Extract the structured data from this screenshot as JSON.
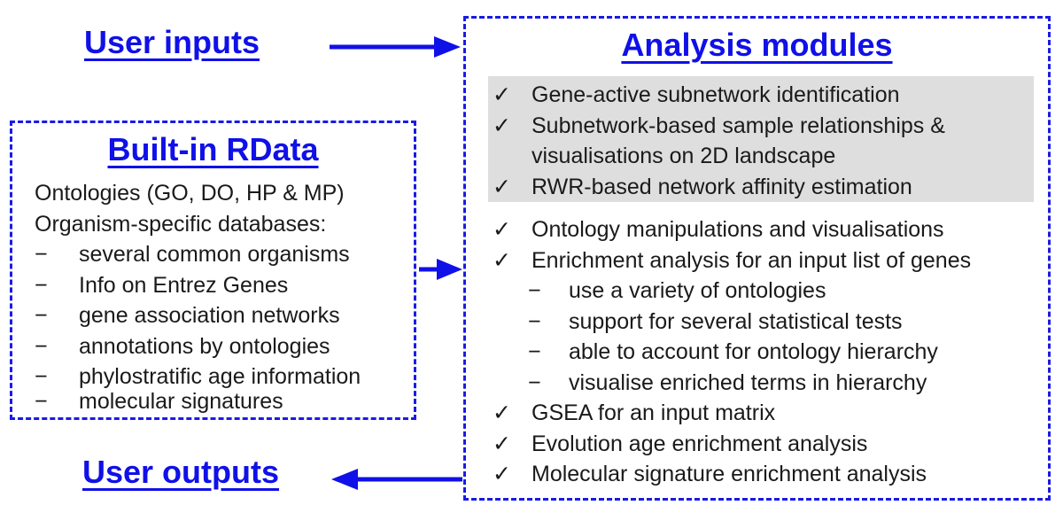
{
  "user_inputs": "User inputs",
  "user_outputs": "User outputs",
  "rdata": {
    "title": "Built-in RData",
    "lines": [
      "Ontologies (GO, DO, HP & MP)",
      "Organism-specific databases:"
    ],
    "items": [
      "several common organisms",
      "Info on Entrez Genes",
      "gene association networks",
      "annotations by ontologies",
      "phylostratific age information",
      "molecular signatures"
    ],
    "dash": "−"
  },
  "modules": {
    "title": "Analysis modules",
    "check": "✓",
    "highlighted": [
      "Gene-active subnetwork identification",
      "Subnetwork-based sample relationships &",
      "visualisations on 2D landscape",
      "RWR-based network affinity estimation"
    ],
    "ontology": "Ontology manipulations and visualisations",
    "enrichment": "Enrichment analysis for an input list of genes",
    "enrichment_sub": [
      "use a variety of ontologies",
      "support for several statistical tests",
      "able to account for ontology hierarchy",
      "visualise enriched terms in hierarchy"
    ],
    "others": [
      "GSEA for an input matrix",
      "Evolution age enrichment analysis",
      "Molecular signature enrichment analysis"
    ]
  },
  "colors": {
    "accent": "#1010e8",
    "highlight": "#dedede"
  }
}
